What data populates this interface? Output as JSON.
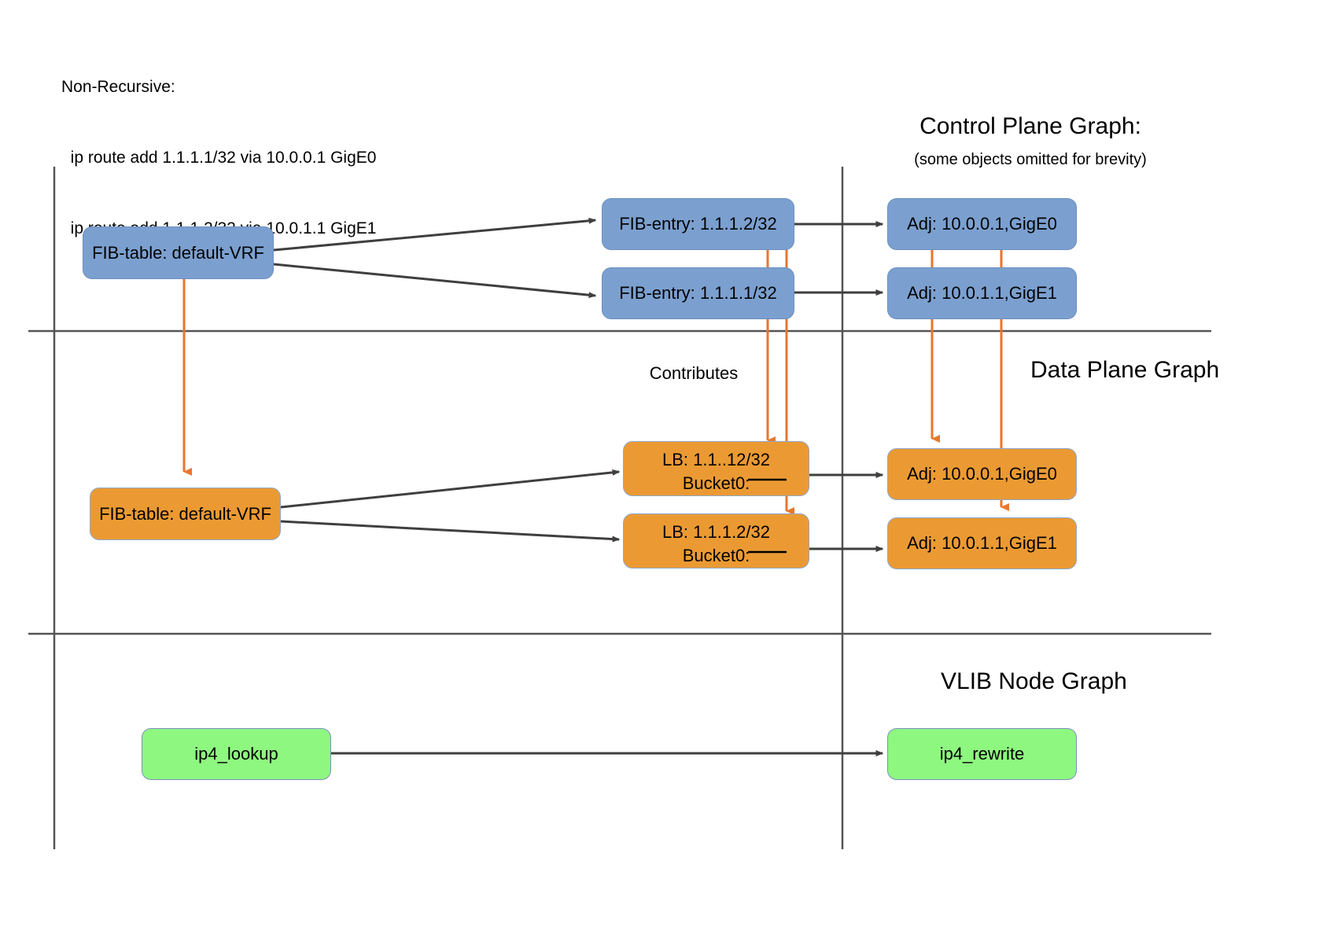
{
  "header": {
    "lines": [
      "Non-Recursive:",
      "  ip route add 1.1.1.1/32 via 10.0.0.1 GigE0",
      "  ip route add 1.1.1.2/32 via 10.0.1.1 GigE1"
    ]
  },
  "titles": {
    "control_plane": "Control Plane Graph:",
    "control_plane_sub": "(some objects omitted for brevity)",
    "data_plane": "Data Plane Graph",
    "vlib": "VLIB Node Graph"
  },
  "labels": {
    "contributes": "Contributes"
  },
  "colors": {
    "blue_fill": "#7ba0d0",
    "orange_fill": "#eb9a33",
    "green_fill": "#8ef77f",
    "node_stroke": "#7d9bc1",
    "edge_black": "#3f3f3f",
    "edge_orange": "#e8762c",
    "divider": "#555555"
  },
  "control_plane_nodes": [
    {
      "id": "cp-fib-table",
      "label": "FIB-table: default-VRF"
    },
    {
      "id": "cp-fib-e2",
      "label": "FIB-entry: 1.1.1.2/32"
    },
    {
      "id": "cp-fib-e1",
      "label": "FIB-entry: 1.1.1.1/32"
    },
    {
      "id": "cp-adj-0",
      "label": "Adj: 10.0.0.1,GigE0"
    },
    {
      "id": "cp-adj-1",
      "label": "Adj: 10.0.1.1,GigE1"
    }
  ],
  "data_plane_nodes": [
    {
      "id": "dp-fib-table",
      "label": "FIB-table: default-VRF"
    },
    {
      "id": "dp-lb-0",
      "line1": "LB: 1.1..12/32",
      "line2": "Bucket0:"
    },
    {
      "id": "dp-lb-1",
      "line1": "LB: 1.1.1.2/32",
      "line2": "Bucket0:"
    },
    {
      "id": "dp-adj-0",
      "label": "Adj: 10.0.0.1,GigE0"
    },
    {
      "id": "dp-adj-1",
      "label": "Adj: 10.0.1.1,GigE1"
    }
  ],
  "vlib_nodes": [
    {
      "id": "vlib-lookup",
      "label": "ip4_lookup"
    },
    {
      "id": "vlib-rewrite",
      "label": "ip4_rewrite"
    }
  ]
}
